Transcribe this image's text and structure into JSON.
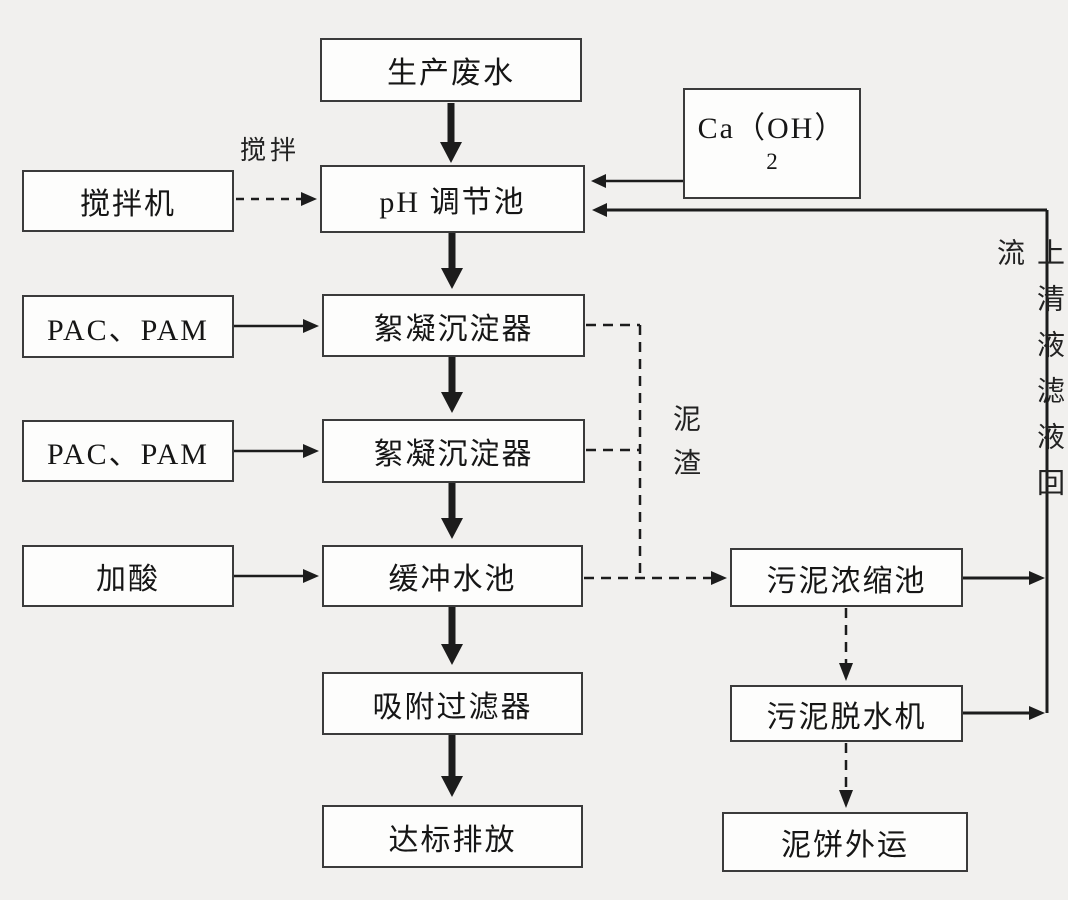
{
  "diagram": {
    "title_semantic": "wastewater-treatment-process-flow",
    "colors": {
      "background": "#f1f0ee",
      "box_border": "#3b3b3b",
      "box_fill": "#fdfdfc",
      "line": "#1c1c1c",
      "text": "#161616"
    },
    "boxes": {
      "production": {
        "label": "生产废水"
      },
      "caoh": {
        "label_main": "Ca（OH）",
        "label_sub": "2"
      },
      "mixer": {
        "label": "搅拌机"
      },
      "ph": {
        "label": "pH 调节池"
      },
      "pacpam1": {
        "label": "PAC、PAM"
      },
      "floc1": {
        "label": "絮凝沉淀器"
      },
      "pacpam2": {
        "label": "PAC、PAM"
      },
      "acid": {
        "label": "加酸"
      },
      "floc2": {
        "label": "絮凝沉淀器"
      },
      "buffer": {
        "label": "缓冲水池"
      },
      "filter": {
        "label": "吸附过滤器"
      },
      "discharge": {
        "label": "达标排放"
      },
      "thickener": {
        "label": "污泥浓缩池"
      },
      "dewater": {
        "label": "污泥脱水机"
      },
      "mudcake": {
        "label": "泥饼外运"
      }
    },
    "labels": {
      "stir": "搅拌",
      "sludge": "泥渣",
      "return_flow": "上清液滤液回流"
    }
  }
}
